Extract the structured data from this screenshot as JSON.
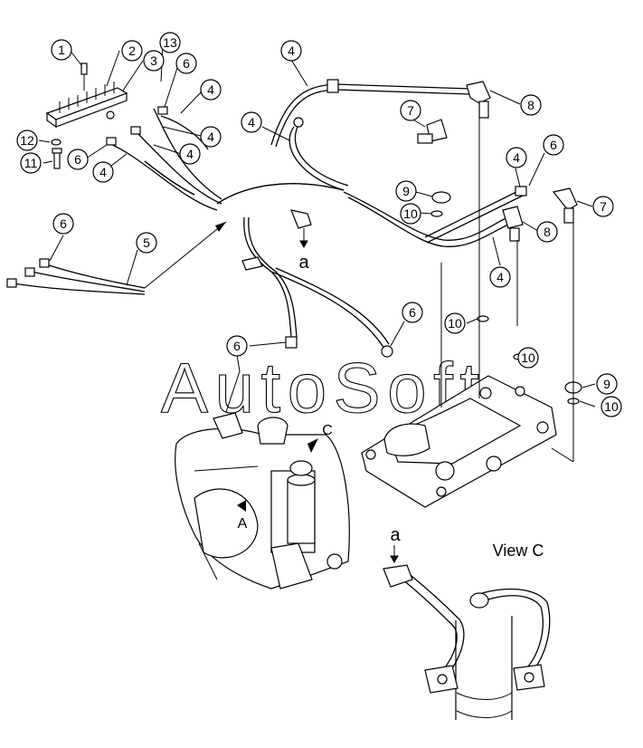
{
  "watermark": "AutoSoft",
  "view_label": "View C",
  "detail_letters": {
    "a_top": "a",
    "a_bottom": "a",
    "A": "A",
    "C": "C"
  },
  "callouts": [
    {
      "id": "c1",
      "label": "1"
    },
    {
      "id": "c2",
      "label": "2"
    },
    {
      "id": "c3",
      "label": "3"
    },
    {
      "id": "c13",
      "label": "13"
    },
    {
      "id": "c6a",
      "label": "6"
    },
    {
      "id": "c4a",
      "label": "4"
    },
    {
      "id": "c4b",
      "label": "4"
    },
    {
      "id": "c4c",
      "label": "4"
    },
    {
      "id": "c12",
      "label": "12"
    },
    {
      "id": "c6b",
      "label": "6"
    },
    {
      "id": "c4d",
      "label": "4"
    },
    {
      "id": "c11",
      "label": "11"
    },
    {
      "id": "c4e",
      "label": "4"
    },
    {
      "id": "c4f",
      "label": "4"
    },
    {
      "id": "c7a",
      "label": "7"
    },
    {
      "id": "c8a",
      "label": "8"
    },
    {
      "id": "c9a",
      "label": "9"
    },
    {
      "id": "c10a",
      "label": "10"
    },
    {
      "id": "c4g",
      "label": "4"
    },
    {
      "id": "c6c",
      "label": "6"
    },
    {
      "id": "c7b",
      "label": "7"
    },
    {
      "id": "c8b",
      "label": "8"
    },
    {
      "id": "c4h",
      "label": "4"
    },
    {
      "id": "c6d",
      "label": "6"
    },
    {
      "id": "c5",
      "label": "5"
    },
    {
      "id": "c6e",
      "label": "6"
    },
    {
      "id": "c10b",
      "label": "10"
    },
    {
      "id": "c6f",
      "label": "6"
    },
    {
      "id": "c10c",
      "label": "10"
    },
    {
      "id": "c9b",
      "label": "9"
    },
    {
      "id": "c10d",
      "label": "10"
    }
  ]
}
